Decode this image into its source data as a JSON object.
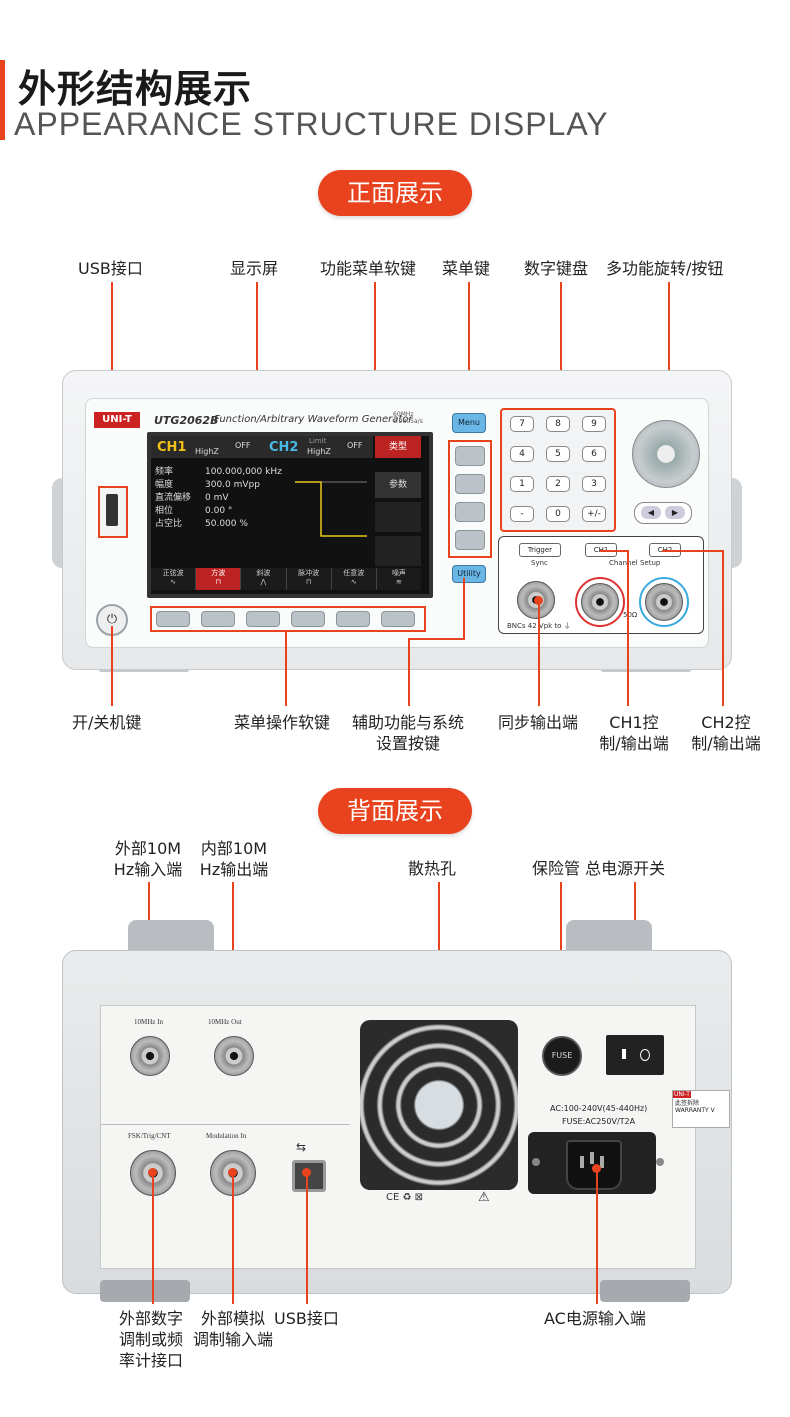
{
  "header": {
    "title_cn": "外形结构展示",
    "title_en": "APPEARANCE STRUCTURE DISPLAY"
  },
  "front": {
    "pill": "正面展示",
    "labels": {
      "usb": "USB接口",
      "display": "显示屏",
      "func_softkeys": "功能菜单软键",
      "menu_key": "菜单键",
      "keypad": "数字键盘",
      "knob": "多功能旋转/按钮",
      "power": "开/关机键",
      "menu_softkeys": "菜单操作软键",
      "utility_1": "辅助功能与系统",
      "utility_2": "设置按键",
      "sync": "同步输出端",
      "ch1_1": "CH1控",
      "ch1_2": "制/输出端",
      "ch2_1": "CH2控",
      "ch2_2": "制/输出端"
    },
    "device": {
      "brand": "UNI-T",
      "model": "UTG2062B",
      "subtitle": "Function/Arbitrary Waveform Generator",
      "spec1": "60MHz",
      "spec2": "1.2805a/s",
      "menu_btn": "Menu",
      "utility_btn": "Utility",
      "trigger_btn": "Trigger",
      "ch1_btn": "CH1",
      "ch2_btn": "CH2",
      "sync_label": "Sync",
      "channel_setup": "Channel Setup",
      "ohm": "50Ω",
      "bnc_warning": "BNCs 42 Vpk to ⏚",
      "keys": [
        "7",
        "8",
        "9",
        "4",
        "5",
        "6",
        "1",
        "2",
        "3",
        "-",
        "0",
        "+/-"
      ],
      "screen": {
        "ch1": "CH1",
        "ch1_load": "HighZ",
        "ch1_state": "OFF",
        "ch2": "CH2",
        "ch2_limit": "Limit",
        "ch2_load": "HighZ",
        "ch2_state": "OFF",
        "side_type": "类型",
        "side_param": "参数",
        "params": [
          {
            "name": "频率",
            "value": "100.000,000 kHz"
          },
          {
            "name": "幅度",
            "value": "300.0 mVpp"
          },
          {
            "name": "直流偏移",
            "value": "0 mV"
          },
          {
            "name": "相位",
            "value": "0.00 °"
          },
          {
            "name": "占空比",
            "value": "50.000 %"
          }
        ],
        "tabs": [
          "正弦波",
          "方波",
          "斜波",
          "脉冲波",
          "任意波",
          "噪声"
        ]
      }
    }
  },
  "rear": {
    "pill": "背面展示",
    "labels": {
      "ext10m_1": "外部10M",
      "ext10m_2": "Hz输入端",
      "int10m_1": "内部10M",
      "int10m_2": "Hz输出端",
      "vent": "散热孔",
      "fuse_switch": "保险管 总电源开关",
      "fsk_1": "外部数字",
      "fsk_2": "调制或频",
      "fsk_3": "率计接口",
      "mod_1": "外部模拟",
      "mod_2": "调制输入端",
      "usb": "USB接口",
      "ac_in": "AC电源输入端"
    },
    "device": {
      "in10": "10MHz In",
      "out10": "10MHz Out",
      "fsk": "FSK/Trig/CNT",
      "mod": "Modulation In",
      "ac_spec": "AC:100-240V(45-440Hz)",
      "fuse_spec": "FUSE:AC250V/T2A",
      "fuse": "FUSE",
      "marks": "CE  ♻  ⊠",
      "warn": "⚠",
      "sticker_brand": "UNI-T",
      "sticker_1": "此签拆除",
      "sticker_2": "WARRANTY V"
    }
  }
}
